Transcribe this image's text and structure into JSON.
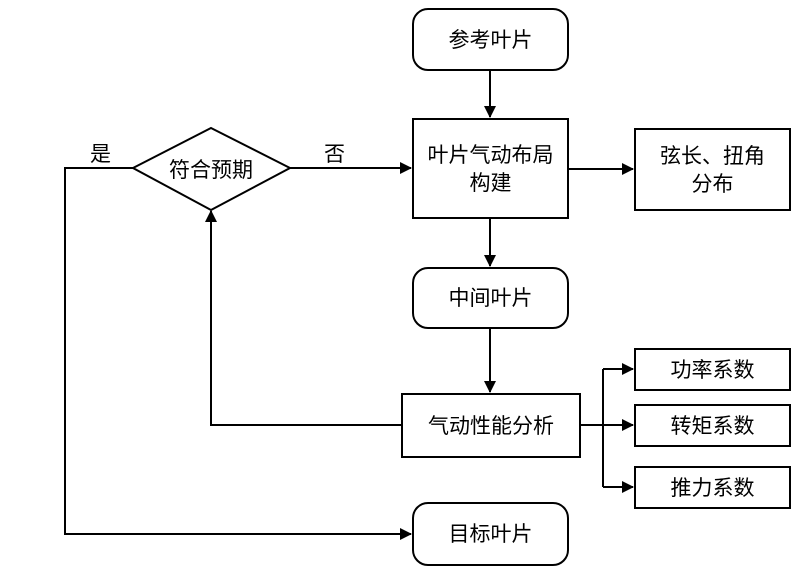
{
  "diagram": {
    "type": "flowchart",
    "nodes": {
      "reference_blade": "参考叶片",
      "layout_build_line1": "叶片气动布局",
      "layout_build_line2": "构建",
      "chord_twist_line1": "弦长、扭角",
      "chord_twist_line2": "分布",
      "intermediate_blade": "中间叶片",
      "aero_analysis": "气动性能分析",
      "power_coef": "功率系数",
      "torque_coef": "转矩系数",
      "thrust_coef": "推力系数",
      "target_blade": "目标叶片",
      "decision": "符合预期"
    },
    "edge_labels": {
      "yes": "是",
      "no": "否"
    },
    "edges": [
      {
        "from": "参考叶片",
        "to": "叶片气动布局构建"
      },
      {
        "from": "叶片气动布局构建",
        "to": "弦长、扭角分布"
      },
      {
        "from": "叶片气动布局构建",
        "to": "中间叶片"
      },
      {
        "from": "中间叶片",
        "to": "气动性能分析"
      },
      {
        "from": "气动性能分析",
        "to": "功率系数"
      },
      {
        "from": "气动性能分析",
        "to": "转矩系数"
      },
      {
        "from": "气动性能分析",
        "to": "推力系数"
      },
      {
        "from": "气动性能分析",
        "to": "符合预期"
      },
      {
        "from": "符合预期",
        "to": "叶片气动布局构建",
        "label": "否"
      },
      {
        "from": "符合预期",
        "to": "目标叶片",
        "label": "是"
      }
    ]
  }
}
